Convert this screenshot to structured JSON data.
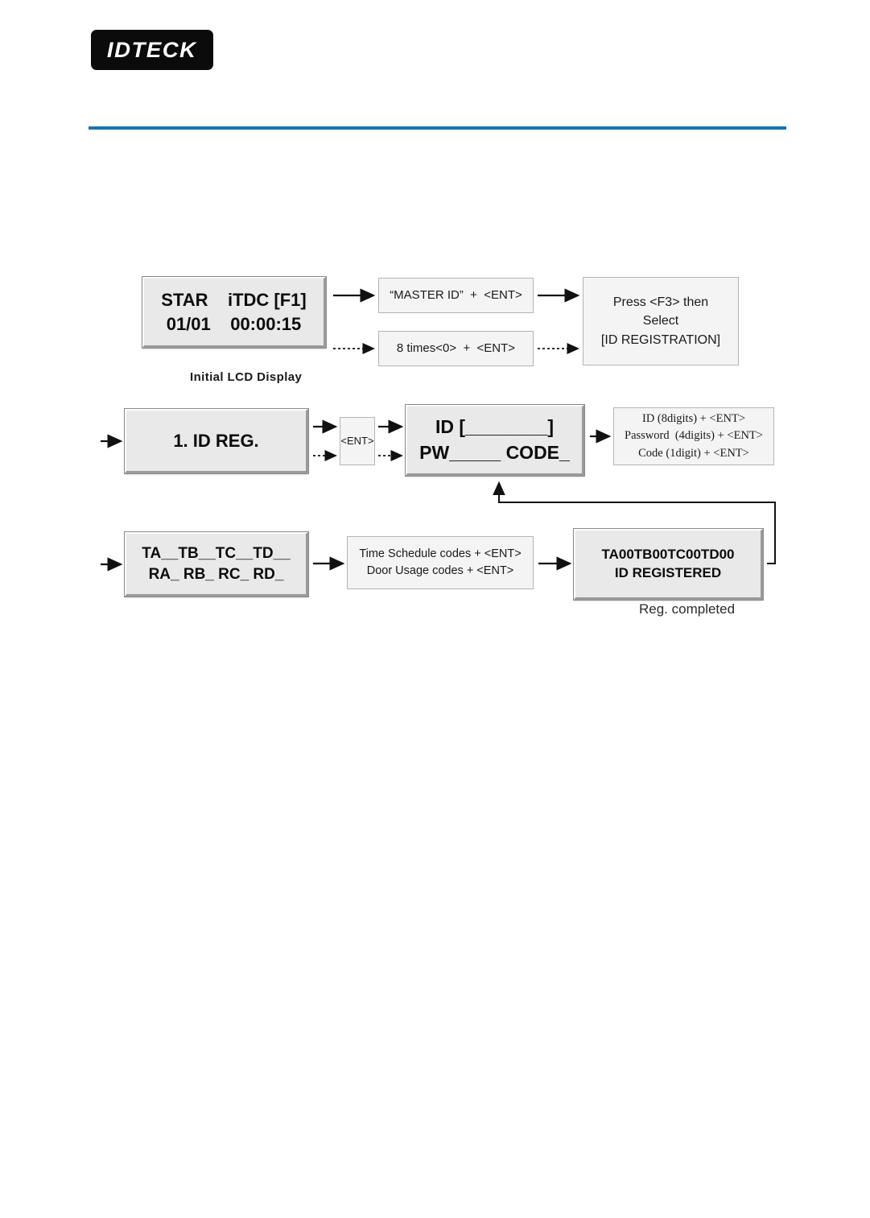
{
  "header": {
    "logo_text": "IDTECK",
    "rule_color": "#1577af"
  },
  "diagram": {
    "title_caption_initial": "Initial LCD Display",
    "title_caption_completed": "Reg. completed",
    "nodes": {
      "lcd_initial": {
        "line1": "STAR    iTDC [F1]",
        "line2": "01/01    00:00:15"
      },
      "master_id": {
        "line1": "“MASTER ID”  +  <ENT>"
      },
      "eight_times": {
        "line1": "8 times<0>  +  <ENT>"
      },
      "press_f3": {
        "line1": "Press <F3> then",
        "line2": "Select",
        "line3": "[ID REGISTRATION]"
      },
      "id_reg": {
        "line1": "1. ID REG."
      },
      "ent_key": {
        "line1": "<ENT>"
      },
      "id_pw": {
        "line1": "ID [________]",
        "line2": "PW_____ CODE_"
      },
      "id_pw_info": {
        "line1": "ID (8digits) + <ENT>",
        "line2": "Password  (4digits) + <ENT>",
        "line3": "Code (1digit) + <ENT>"
      },
      "ta_ra": {
        "line1": "TA__TB__TC__TD__",
        "line2": "RA_ RB_ RC_ RD_"
      },
      "codes_entry": {
        "line1": "Time Schedule codes + <ENT>",
        "line2": "Door Usage codes + <ENT>"
      },
      "registered": {
        "line1": "TA00TB00TC00TD00",
        "line2": "ID REGISTERED"
      }
    },
    "colors": {
      "lcd_fill": "#e9e9e9",
      "note_fill": "#f4f4f4",
      "note_border": "#b4b4b4",
      "arrow": "#111111"
    }
  }
}
